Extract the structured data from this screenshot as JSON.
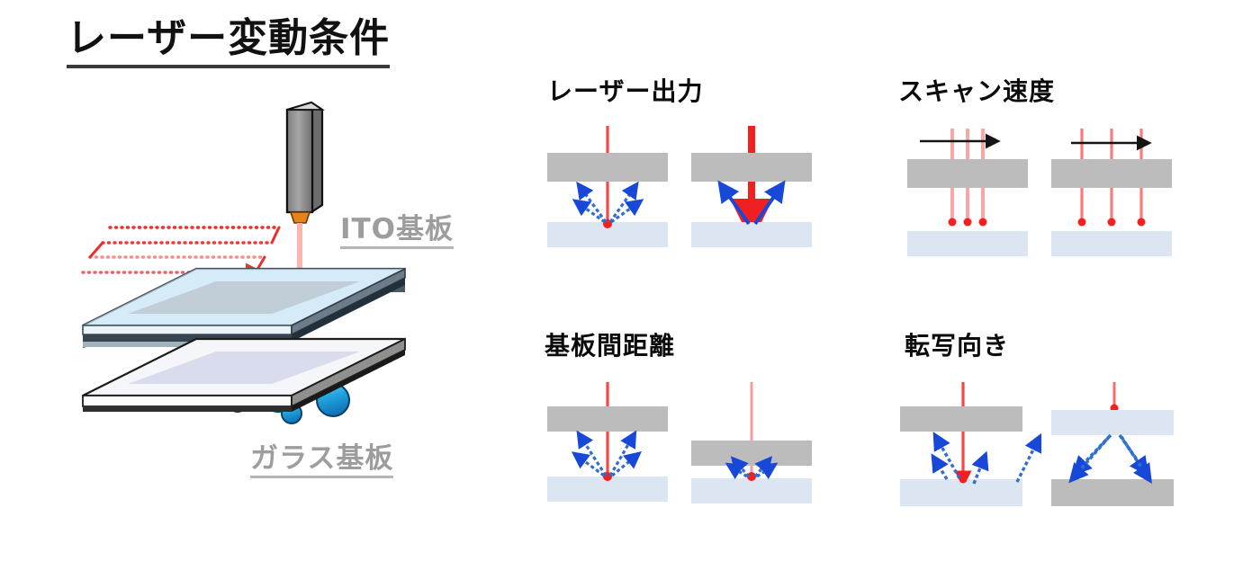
{
  "page": {
    "title": "レーザー変動条件",
    "background": "#ffffff"
  },
  "colors": {
    "laser_red": "#fb3b3b",
    "laser_red_pale": "#fba6a6",
    "droplet_blue": "#1461d2",
    "droplet_fill": "#29a8e0",
    "ito_gray": "#bcbcbc",
    "glass_blue": "#dce6f3",
    "label_gray": "#9d9d9d",
    "title_black": "#111111",
    "head_gray": "#8e8e8e",
    "head_tip_orange": "#e8821c"
  },
  "overview": {
    "caption_top": "ITO基板",
    "caption_bottom": "ガラス基板",
    "laser_head_name": "laser-head",
    "scan_path_name": "raster-scan-path"
  },
  "sections": [
    {
      "id": "laser-power",
      "heading": "レーザー出力",
      "panels": [
        {
          "id": "laser-power-low",
          "variant": "low"
        },
        {
          "id": "laser-power-high",
          "variant": "high"
        }
      ]
    },
    {
      "id": "scan-speed",
      "heading": "スキャン速度",
      "panels": [
        {
          "id": "scan-speed-slow",
          "variant": "slow"
        },
        {
          "id": "scan-speed-fast",
          "variant": "fast"
        }
      ]
    },
    {
      "id": "substrate-gap",
      "heading": "基板間距離",
      "panels": [
        {
          "id": "substrate-gap-wide",
          "variant": "wide"
        },
        {
          "id": "substrate-gap-narrow",
          "variant": "narrow"
        }
      ]
    },
    {
      "id": "transfer-orientation",
      "heading": "転写向き",
      "panels": [
        {
          "id": "transfer-face-down",
          "variant": "normal"
        },
        {
          "id": "transfer-face-up",
          "variant": "flipped"
        }
      ]
    }
  ]
}
